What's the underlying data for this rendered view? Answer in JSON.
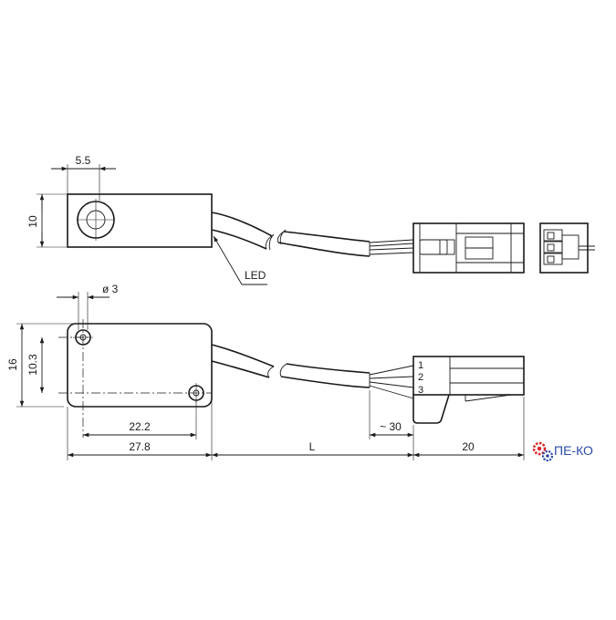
{
  "top_view": {
    "dim_width": "5.5",
    "dim_height": "10",
    "led_label": "LED"
  },
  "side_view": {
    "dim_hole": "ø 3",
    "dim_height": "16",
    "dim_hole_spacing_v": "10.3",
    "dim_hole_spacing_h": "22.2",
    "dim_length": "27.8",
    "dim_cable": "L",
    "dim_strip": "~ 30",
    "dim_connector": "20",
    "pins": [
      "1",
      "2",
      "3"
    ]
  },
  "logo": {
    "text": "ПЕ-КО"
  },
  "colors": {
    "line": "#1a1a1a",
    "logo_red": "#d9262a",
    "logo_blue": "#2a4da8"
  }
}
